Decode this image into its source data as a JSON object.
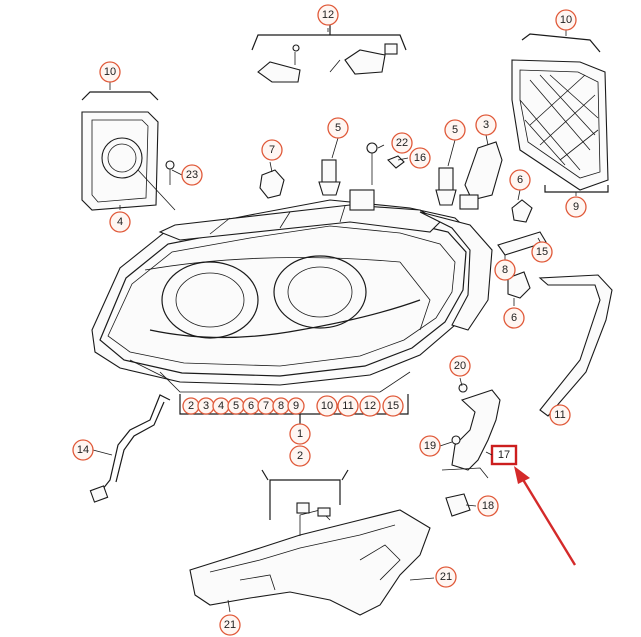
{
  "callouts": {
    "c10a": "10",
    "c10b": "10",
    "c12": "12",
    "c5a": "5",
    "c5b": "5",
    "c7": "7",
    "c3": "3",
    "c22": "22",
    "c16": "16",
    "c23": "23",
    "c4": "4",
    "c6a": "6",
    "c6b": "6",
    "c9": "9",
    "c8": "8",
    "c15": "15",
    "c11": "11",
    "c20": "20",
    "c19": "19",
    "c17": "17",
    "c18": "18",
    "c14": "14",
    "c1": "1",
    "c2": "2",
    "c21a": "21",
    "c21b": "21"
  },
  "group1": [
    "2",
    "3",
    "4",
    "5",
    "6",
    "7",
    "8",
    "9"
  ],
  "group1b": [
    "10",
    "11",
    "12",
    "15"
  ],
  "colors": {
    "callout": "#e05a3a",
    "highlight": "#cc1e1e",
    "arrow": "#d42a2a",
    "linework": "#1a1a1a"
  }
}
